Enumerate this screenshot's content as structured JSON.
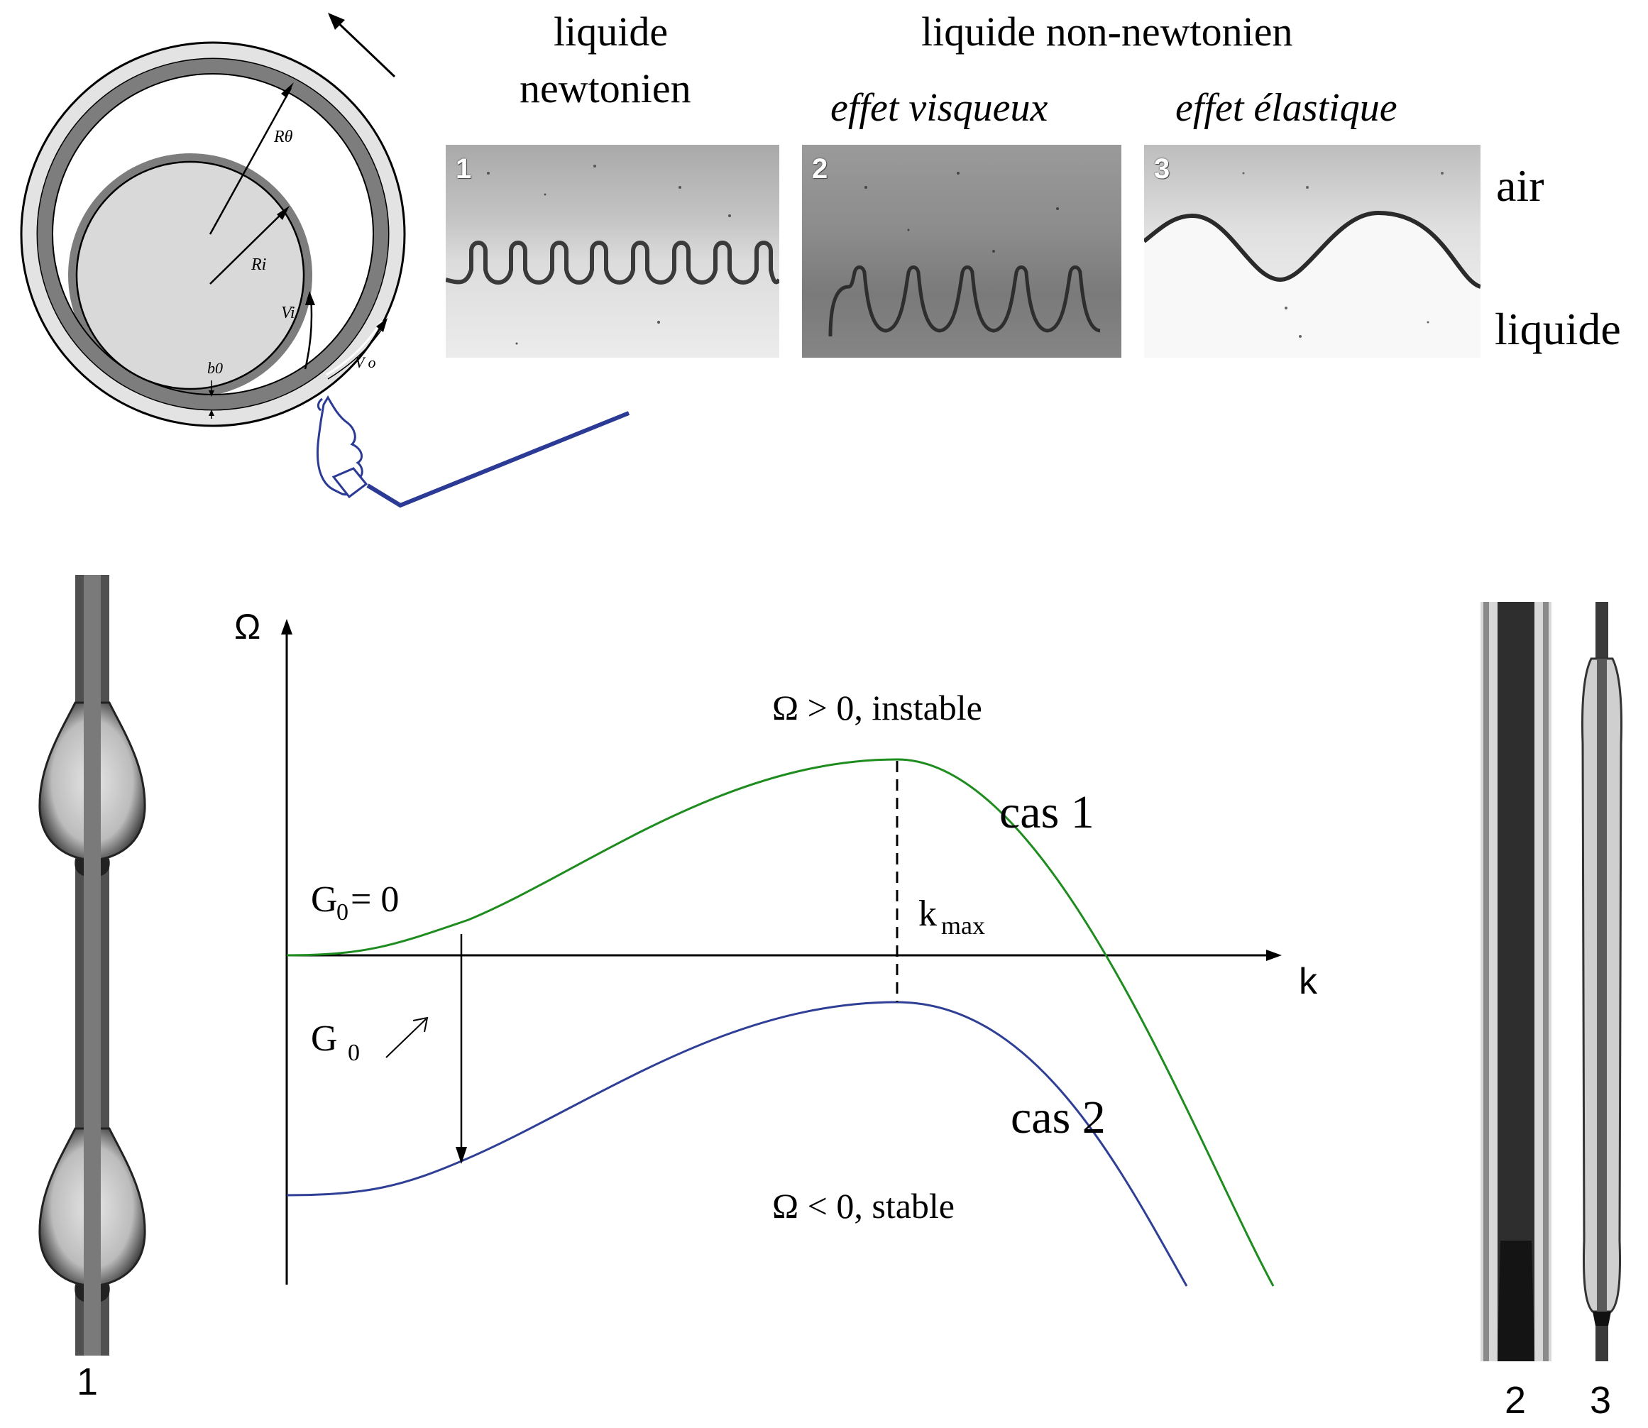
{
  "header": {
    "col_newtonian": [
      "liquide",
      "newtonien"
    ],
    "col_non_newtonian": "liquide non-newtonien",
    "sub_viscous": "effet visqueux",
    "sub_elastic": "effet élastique"
  },
  "side_labels": {
    "air": "air",
    "liquid": "liquide"
  },
  "photos": [
    {
      "number": "1"
    },
    {
      "number": "2"
    },
    {
      "number": "3"
    }
  ],
  "cylinder": {
    "outer_radius_label": "Rθ",
    "inner_radius_label": "Ri",
    "inner_velocity_label": "Vi",
    "outer_velocity_label": "V o",
    "gap_label": "b0"
  },
  "plot": {
    "y_axis_symbol": "Ω",
    "x_axis_symbol": "k",
    "unstable_label": "Ω >  0, instable",
    "stable_label": "Ω <  0, stable",
    "case1_label": "cas 1",
    "case2_label": "cas 2",
    "g0_zero_main": "G",
    "g0_zero_sub": "0",
    "g0_zero_rest": " = 0",
    "g0_increase_main": "G",
    "g0_increase_sub": "0",
    "g0_increase_arrow": "↗",
    "kmax_main": "k",
    "kmax_sub": "max",
    "colors": {
      "case1": "#1e8c1e",
      "case2": "#2f3f96",
      "pointer": "#2b3a94"
    }
  },
  "filaments": {
    "label_1": "1",
    "label_2": "2",
    "label_3": "3"
  }
}
